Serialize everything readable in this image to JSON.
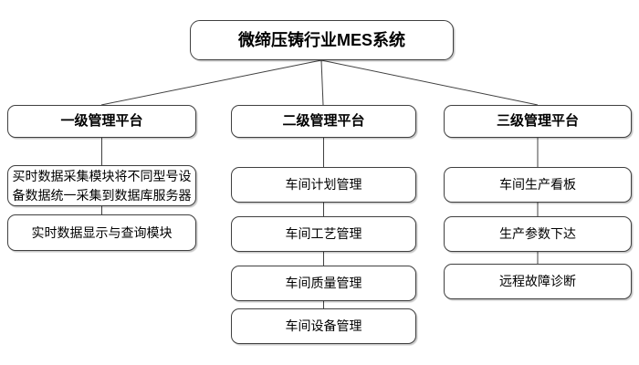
{
  "diagram": {
    "title": "微缔压铸行业MES系统",
    "root": {
      "label": "微缔压铸行业MES系统"
    },
    "platforms": [
      {
        "label": "一级管理平台",
        "children": [
          {
            "label": "买时数据采集模块将不同型号设备数据统一采集到数据库服务器"
          },
          {
            "label": "实时数据显示与查询模块"
          }
        ]
      },
      {
        "label": "二级管理平台",
        "children": [
          {
            "label": "车间计划管理"
          },
          {
            "label": "车间工艺管理"
          },
          {
            "label": "车间质量管理"
          },
          {
            "label": "车间设备管理"
          }
        ]
      },
      {
        "label": "三级管理平台",
        "children": [
          {
            "label": "车间生产看板"
          },
          {
            "label": "生产参数下达"
          },
          {
            "label": "远程故障诊断"
          }
        ]
      }
    ],
    "colors": {
      "background": "#ffffff",
      "box_fill": "#ffffff",
      "border": "#404040",
      "connector": "#404040",
      "text": "#000000"
    }
  }
}
